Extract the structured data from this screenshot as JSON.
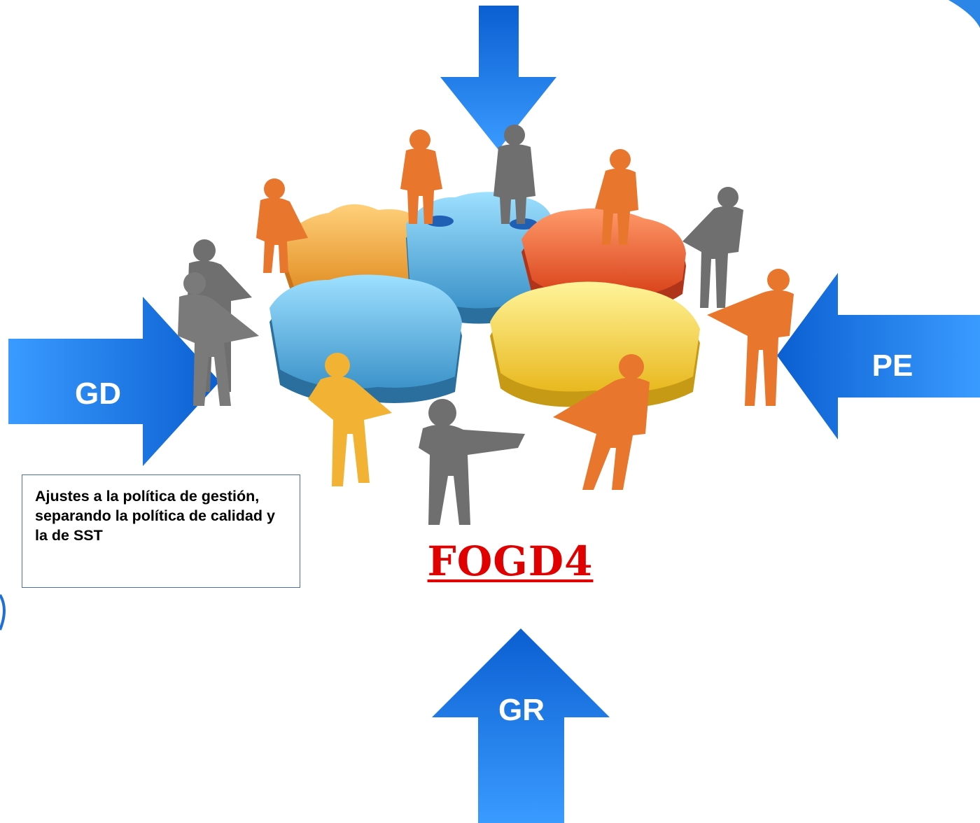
{
  "arrows": {
    "top": {
      "label": ""
    },
    "left": {
      "label": "GD"
    },
    "right": {
      "label": "PE"
    },
    "bottom": {
      "label": "GR"
    }
  },
  "note": {
    "text": "Ajustes a la política de gestión, separando la política de calidad y la de SST"
  },
  "center": {
    "title": "FOGD4"
  },
  "colors": {
    "arrow_light": "#3a9bff",
    "arrow_dark": "#0b5fd1",
    "title_red": "#e00000",
    "note_border": "#4a6da7",
    "puzzle_blue": "#6cc5f0",
    "puzzle_orange": "#f2a53a",
    "puzzle_red": "#ef5a2a",
    "puzzle_yellow": "#f5d23a",
    "figure_gray": "#6f6f6f",
    "figure_orange": "#e8762d",
    "figure_yellow": "#f2b233"
  }
}
